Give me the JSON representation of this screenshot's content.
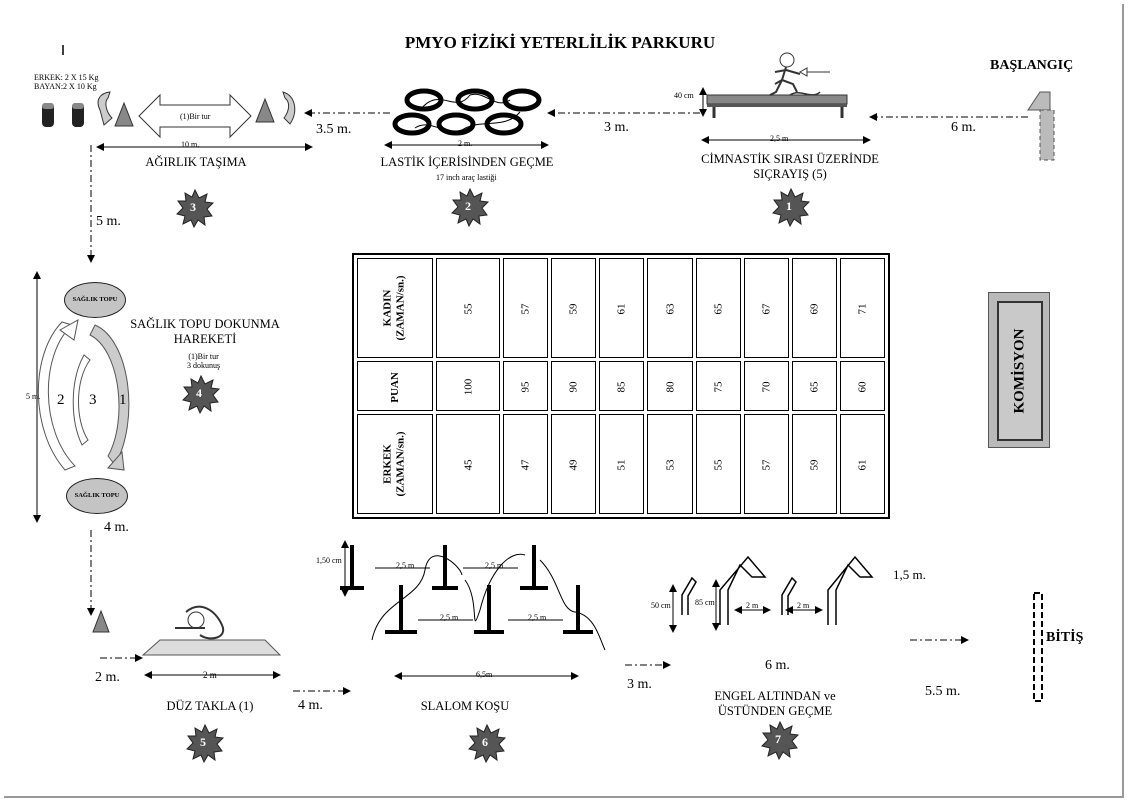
{
  "title": "PMYO FİZİKİ YETERLİLİK PARKURU",
  "start_label": "BAŞLANGIÇ",
  "finish_label": "BİTİŞ",
  "committee_label": "KOMİSYON",
  "stations": [
    {
      "number": "1",
      "name_line1": "CİMNASTİK SIRASI ÜZERİNDE",
      "name_line2": "SIÇRAYIŞ (5)"
    },
    {
      "number": "2",
      "name_line1": "LASTİK İÇERİSİNDEN GEÇME",
      "note": "17 inch araç lastiği"
    },
    {
      "number": "3",
      "name_line1": "AĞIRLIK TAŞIMA"
    },
    {
      "number": "4",
      "name_line1": "SAĞLIK TOPU DOKUNMA",
      "name_line2": "HAREKETİ",
      "note1": "(1)Bir tur",
      "note2": "3 dokunuş"
    },
    {
      "number": "5",
      "name_line1": "DÜZ TAKLA (1)"
    },
    {
      "number": "6",
      "name_line1": "SLALOM KOŞU"
    },
    {
      "number": "7",
      "name_line1": "ENGEL ALTINDAN ve",
      "name_line2": "ÜSTÜNDEN GEÇME"
    }
  ],
  "distances": {
    "start_to_1": "6 m.",
    "s1_to_s2": "3 m.",
    "s2_to_s3": "3.5 m.",
    "s3_to_s4": "5 m.",
    "s4_to_s5_vertical": "4 m.",
    "s5_entry": "2 m.",
    "s5_to_s6": "4 m.",
    "s6_to_s7": "3 m.",
    "s7_span": "6 m.",
    "s7_to_finish": "5.5 m.",
    "s7_height": "1,5 m."
  },
  "measures": {
    "bench_height": "40 cm",
    "bench_length": "2,5 m",
    "tires_length": "2 m.",
    "carry_length": "10 m.",
    "carry_loop": "(1)Bir tur",
    "weights_male": "ERKEK: 2 X 15 Kg",
    "weights_female": "BAYAN:2 X 10 Kg",
    "ball_loop_height": "5 m.",
    "mat_length": "2 m",
    "slalom_pole_height": "1,50 cm",
    "slalom_gap": "2,5 m",
    "slalom_total": "6,5m",
    "hurdle_low": "50 cm",
    "hurdle_high": "85 cm",
    "hurdle_gap": "2 m"
  },
  "ball_label": "SAĞLIK TOPU",
  "ball_loop_numbers": [
    "2",
    "3",
    "1"
  ],
  "score_table": {
    "rows": [
      {
        "header_line1": "KADIN",
        "header_line2": "(ZAMAN/sn.)",
        "values": [
          "55",
          "57",
          "59",
          "61",
          "63",
          "65",
          "67",
          "69",
          "71"
        ]
      },
      {
        "header_line1": "PUAN",
        "header_line2": "",
        "values": [
          "100",
          "95",
          "90",
          "85",
          "80",
          "75",
          "70",
          "65",
          "60"
        ]
      },
      {
        "header_line1": "ERKEK",
        "header_line2": "(ZAMAN/sn.)",
        "values": [
          "45",
          "47",
          "49",
          "51",
          "53",
          "55",
          "57",
          "59",
          "61"
        ]
      }
    ]
  }
}
